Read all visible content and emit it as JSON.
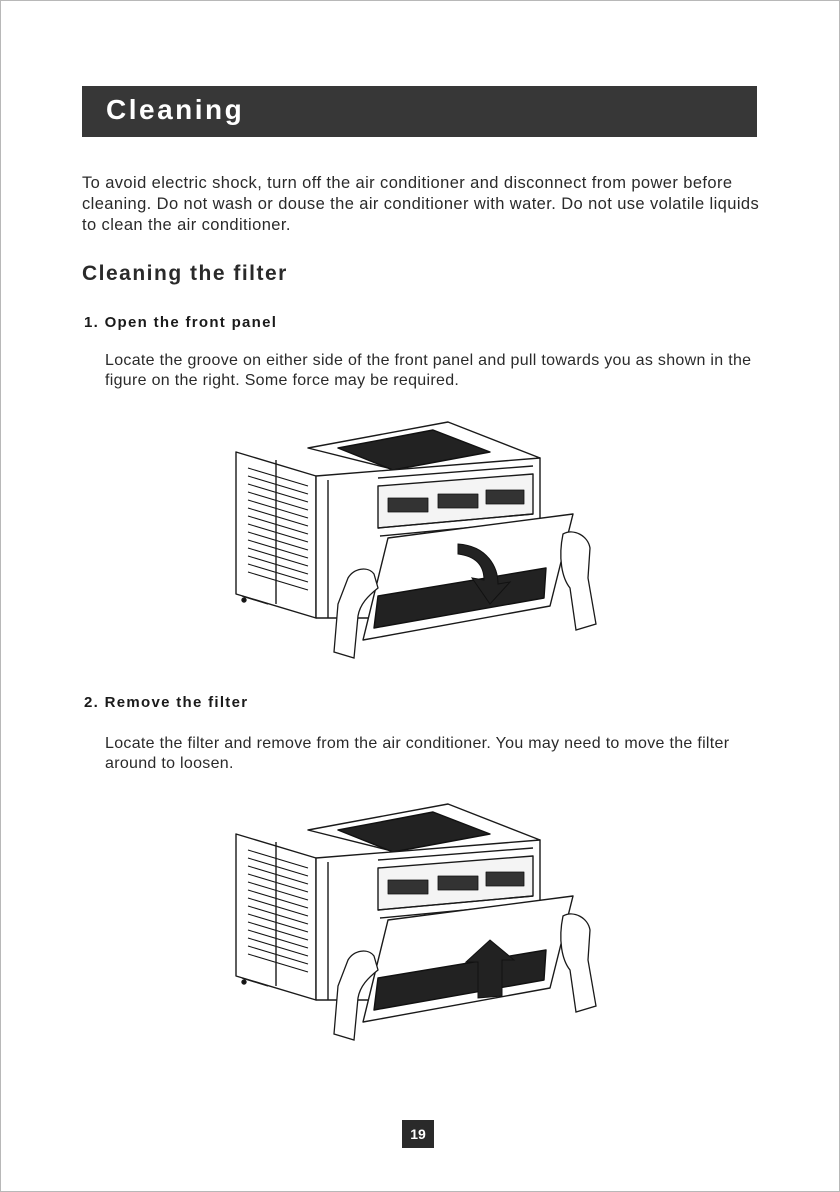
{
  "header": {
    "title": "Cleaning"
  },
  "intro": "To avoid electric shock, turn off the air conditioner and disconnect from power before cleaning. Do not wash or douse the air conditioner with water. Do not use volatile liquids to clean the air conditioner.",
  "section": {
    "title": "Cleaning the filter"
  },
  "steps": [
    {
      "heading": "1. Open the front panel",
      "text": "Locate the groove on either side of the front panel and pull towards you as shown in the figure on the right. Some force may be required."
    },
    {
      "heading": "2. Remove the filter",
      "text": "Locate the filter and remove from the air conditioner. You may need to move the filter around to loosen."
    }
  ],
  "footer": {
    "page_number": "19"
  },
  "illustrations": [
    {
      "icon": "air-conditioner-open-panel-illustration",
      "arrow": "curved-down-arrow-icon"
    },
    {
      "icon": "air-conditioner-remove-filter-illustration",
      "arrow": "up-arrow-icon"
    }
  ]
}
